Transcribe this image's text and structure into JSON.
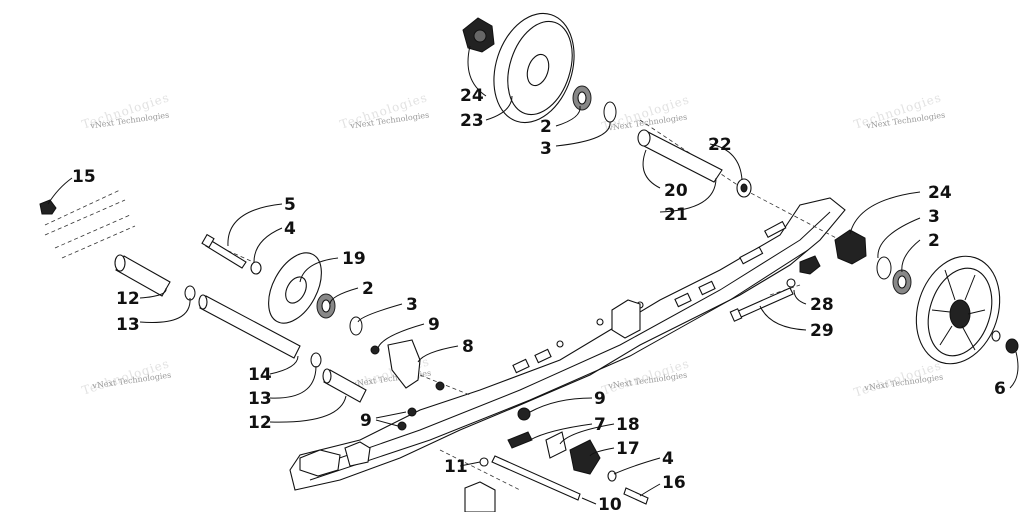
{
  "watermark": "vNext Technologies",
  "callouts": [
    "15",
    "24",
    "23",
    "2",
    "3",
    "22",
    "20",
    "21",
    "24",
    "3",
    "2",
    "5",
    "4",
    "19",
    "2",
    "3",
    "9",
    "8",
    "12",
    "13",
    "14",
    "13",
    "12",
    "9",
    "9",
    "7",
    "18",
    "17",
    "4",
    "16",
    "11",
    "10",
    "28",
    "29",
    "6"
  ],
  "colors": {
    "line": "#111111",
    "watermark": "#9a9a9a",
    "background": "#ffffff"
  }
}
